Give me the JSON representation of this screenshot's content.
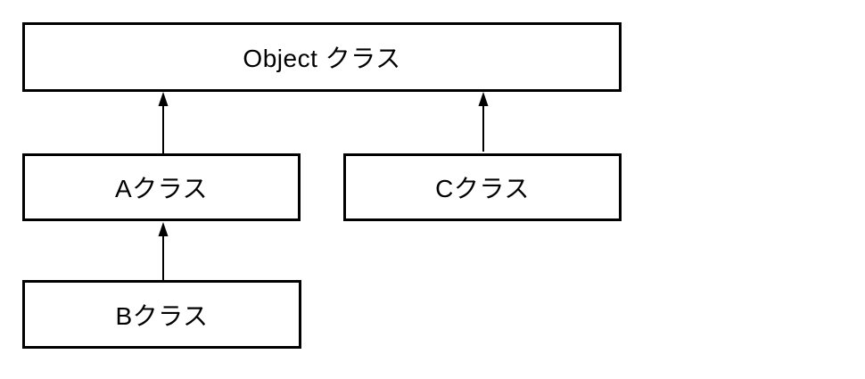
{
  "diagram": {
    "type": "class-inheritance-diagram",
    "nodes": [
      {
        "id": "object-class",
        "label": "Object クラス"
      },
      {
        "id": "a-class",
        "label": "Aクラス"
      },
      {
        "id": "c-class",
        "label": "Cクラス"
      },
      {
        "id": "b-class",
        "label": "Bクラス"
      }
    ],
    "edges": [
      {
        "from": "a-class",
        "to": "object-class",
        "style": "arrow-up"
      },
      {
        "from": "c-class",
        "to": "object-class",
        "style": "arrow-up"
      },
      {
        "from": "b-class",
        "to": "a-class",
        "style": "arrow-up"
      }
    ],
    "colors": {
      "background": "#ffffff",
      "line": "#000000",
      "text": "#000000"
    }
  }
}
